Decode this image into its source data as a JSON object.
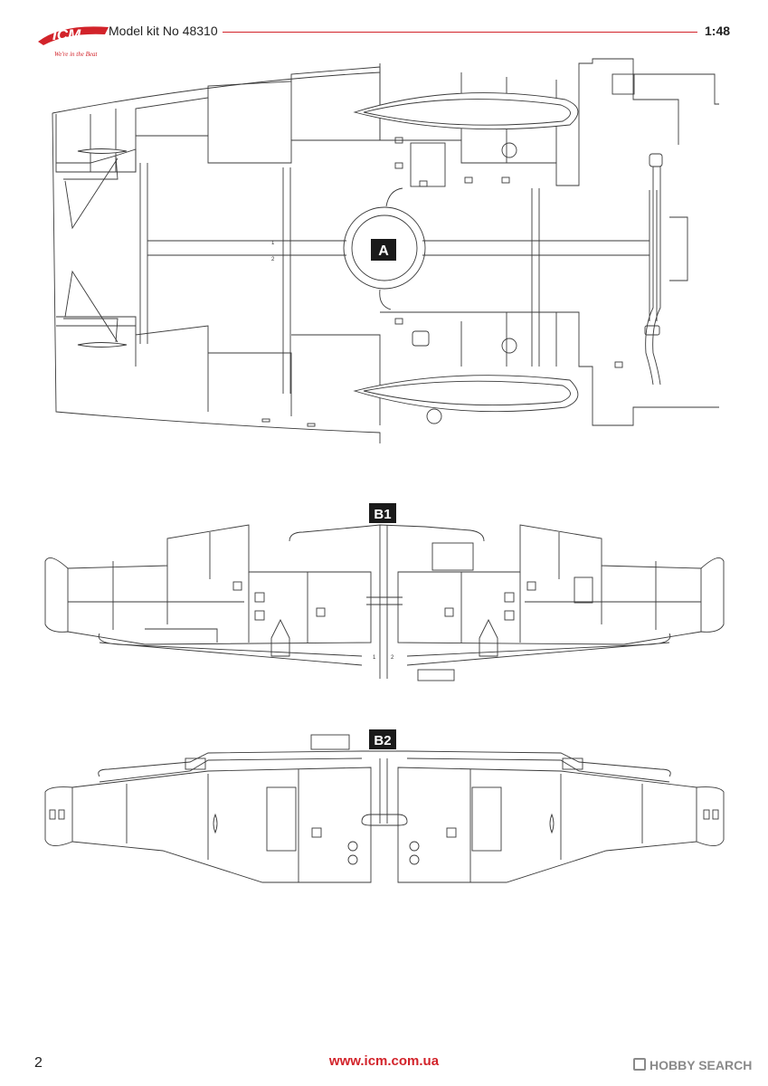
{
  "header": {
    "logo_text": "ICM",
    "logo_tagline": "We're in the Beat",
    "kit_title": "Model kit No 48310",
    "scale": "1:48"
  },
  "sprues": [
    {
      "label": "A"
    },
    {
      "label": "B1"
    },
    {
      "label": "B2"
    }
  ],
  "part_numbers": [
    "1",
    "2"
  ],
  "footer": {
    "page_number": "2",
    "website": "www.icm.com.ua",
    "watermark": "HOBBY SEARCH"
  },
  "colors": {
    "brand_red": "#d2232a",
    "line": "#3a3a3a",
    "tag_bg": "#1a1a1a"
  }
}
